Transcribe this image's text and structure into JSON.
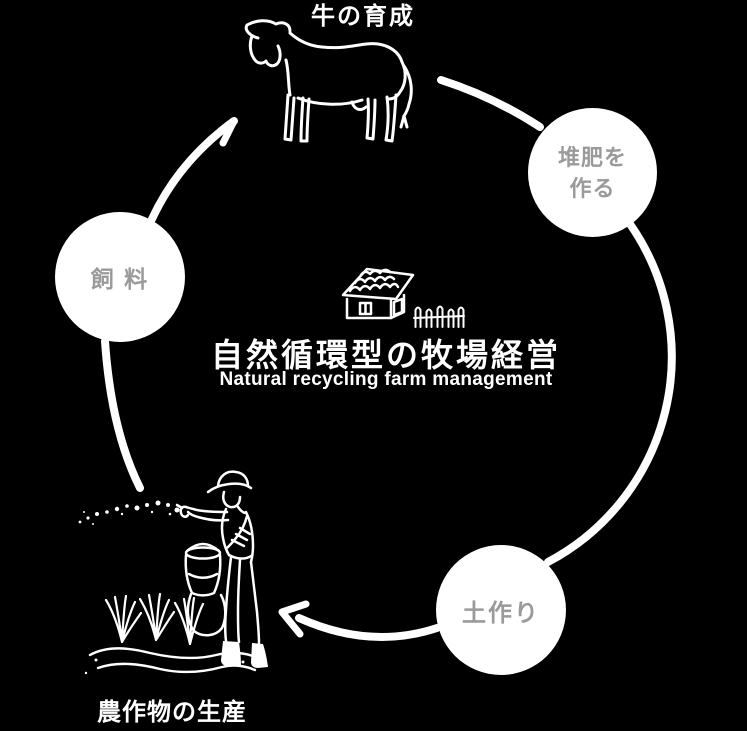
{
  "diagram": {
    "title": "自然循環型の牧場経営",
    "subtitle": "Natural recycling farm management",
    "nodes": {
      "cattle": {
        "label": "牛の育成",
        "icon": "cow-icon"
      },
      "compost": {
        "label_line1": "堆肥を",
        "label_line2": "作る"
      },
      "soil": {
        "label": "土作り"
      },
      "crops": {
        "label": "農作物の生産",
        "icon": "farmer-sowing-seeds-icon"
      },
      "feed": {
        "label": "飼 料"
      }
    },
    "center_icons": [
      "farm-house-icon",
      "picket-fence-icon"
    ],
    "flow": [
      "牛の育成",
      "堆肥を作る",
      "土作り",
      "農作物の生産",
      "飼 料"
    ]
  },
  "colors": {
    "background": "#000000",
    "line": "#ffffff",
    "node_fill": "#ffffff",
    "node_text": "#9a9a9a",
    "label_text": "#ffffff"
  }
}
